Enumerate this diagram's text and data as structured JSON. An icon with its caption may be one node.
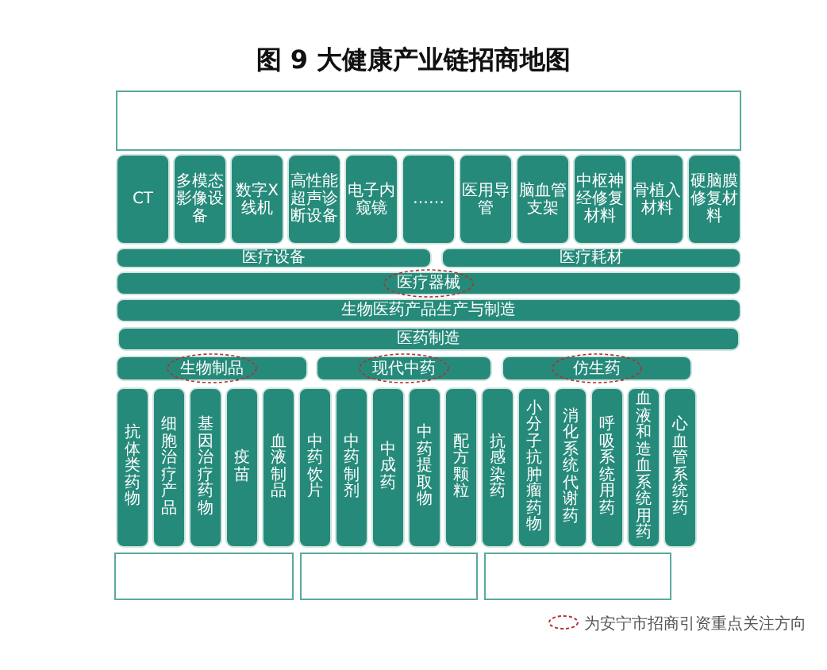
{
  "diagram": {
    "title": "图 9 大健康产业链招商地图",
    "nodes": [
      {
        "text": [],
        "shape": "box"
      },
      {
        "text": [
          "CT"
        ]
      },
      {
        "text": [
          "多模态影像设备"
        ]
      },
      {
        "text": [
          "数字X线机"
        ]
      },
      {
        "text": [
          "高性能超声诊断设备"
        ]
      },
      {
        "text": [
          "电子内窥镜"
        ]
      },
      {
        "text": [
          "……"
        ]
      },
      {
        "text": [
          "医用导管"
        ]
      },
      {
        "text": [
          "脑血管支架"
        ]
      },
      {
        "text": [
          "中枢神经修复材料"
        ]
      },
      {
        "text": [
          "骨植入材料"
        ]
      },
      {
        "text": [
          "硬脑膜修复材料"
        ]
      },
      {
        "text": [
          "医疗设备"
        ]
      },
      {
        "text": [
          "医疗耗材"
        ]
      },
      {
        "text": [
          "医疗器械"
        ]
      },
      {
        "text": [
          "生物医药产品生产与制造"
        ]
      },
      {
        "text": [
          "医药制造"
        ]
      },
      {
        "text": [
          "生物制品"
        ]
      },
      {
        "text": [
          "现代中药"
        ]
      },
      {
        "text": [
          "仿生药"
        ]
      },
      {
        "text": [
          "抗体类药物"
        ]
      },
      {
        "text": [
          "细胞治疗产品"
        ]
      },
      {
        "text": [
          "基因治疗药物"
        ]
      },
      {
        "text": [
          "疫苗"
        ]
      },
      {
        "text": [
          "血液制品"
        ]
      },
      {
        "text": [
          "中药饮片"
        ]
      },
      {
        "text": [
          "中药制剂"
        ]
      },
      {
        "text": [
          "中成药"
        ]
      },
      {
        "text": [
          "中药提取物"
        ]
      },
      {
        "text": [
          "配方颗粒"
        ]
      },
      {
        "text": [
          "抗感染药"
        ]
      },
      {
        "text": [
          "小分子抗肿瘤药物"
        ]
      },
      {
        "text": [
          "消化系统代谢药"
        ]
      },
      {
        "text": [
          "呼吸系统用药"
        ]
      },
      {
        "text": [
          "血液和造血系统用药"
        ]
      },
      {
        "text": [
          "心血管系统药"
        ]
      },
      {
        "text": [],
        "shape": "box"
      },
      {
        "text": [],
        "shape": "box"
      },
      {
        "text": [],
        "shape": "box"
      }
    ],
    "legend": [
      {
        "text": "为安宁市招商引资重点关注方向"
      }
    ]
  }
}
